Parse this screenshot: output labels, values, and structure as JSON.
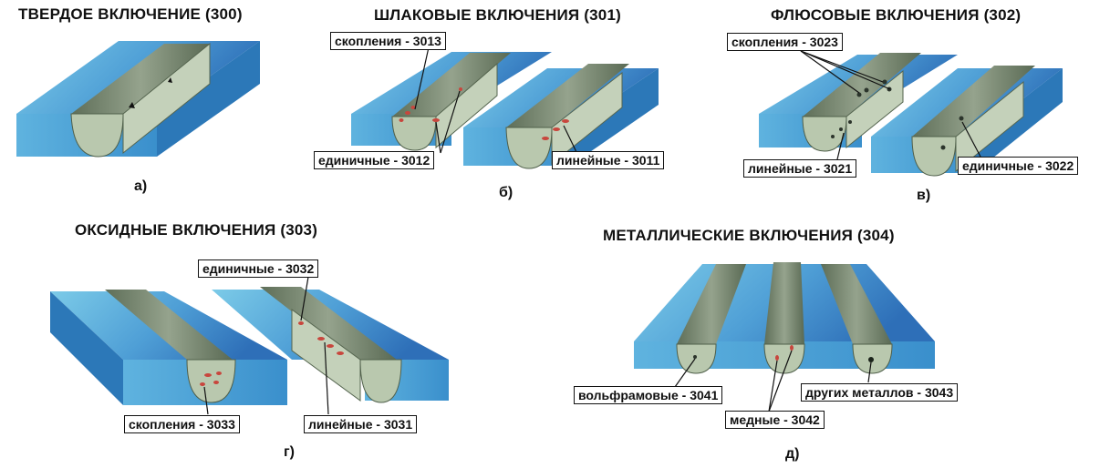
{
  "panels": {
    "a": {
      "title": "ТВЕРДОЕ ВКЛЮЧЕНИЕ (300)",
      "letter": "а)"
    },
    "b": {
      "title": "ШЛАКОВЫЕ ВКЛЮЧЕНИЯ (301)",
      "letter": "б)",
      "labels": {
        "clusters": "скопления - 3013",
        "single": "единичные - 3012",
        "linear": "линейные - 3011"
      }
    },
    "v": {
      "title": "ФЛЮСОВЫЕ ВКЛЮЧЕНИЯ (302)",
      "letter": "в)",
      "labels": {
        "clusters": "скопления - 3023",
        "linear": "линейные - 3021",
        "single": "единичные - 3022"
      }
    },
    "g": {
      "title": "ОКСИДНЫЕ ВКЛЮЧЕНИЯ (303)",
      "letter": "г)",
      "labels": {
        "single": "единичные - 3032",
        "clusters": "скопления - 3033",
        "linear": "линейные - 3031"
      }
    },
    "d": {
      "title": "МЕТАЛЛИЧЕСКИЕ ВКЛЮЧЕНИЯ  (304)",
      "letter": "д)",
      "labels": {
        "tungsten": "вольфрамовые - 3041",
        "copper": "медные - 3042",
        "other": "других металлов - 3043"
      }
    }
  },
  "colors": {
    "plate_top_light": "#6fc2e3",
    "plate_top_dark": "#2f7fc0",
    "plate_front": "#3f9fd4",
    "plate_side": "#2878b5",
    "weld": "#7f907a",
    "weld_dark": "#55654f",
    "section": "#b8c7ae",
    "slag": "#c8463d",
    "flux": "#2b342b"
  }
}
